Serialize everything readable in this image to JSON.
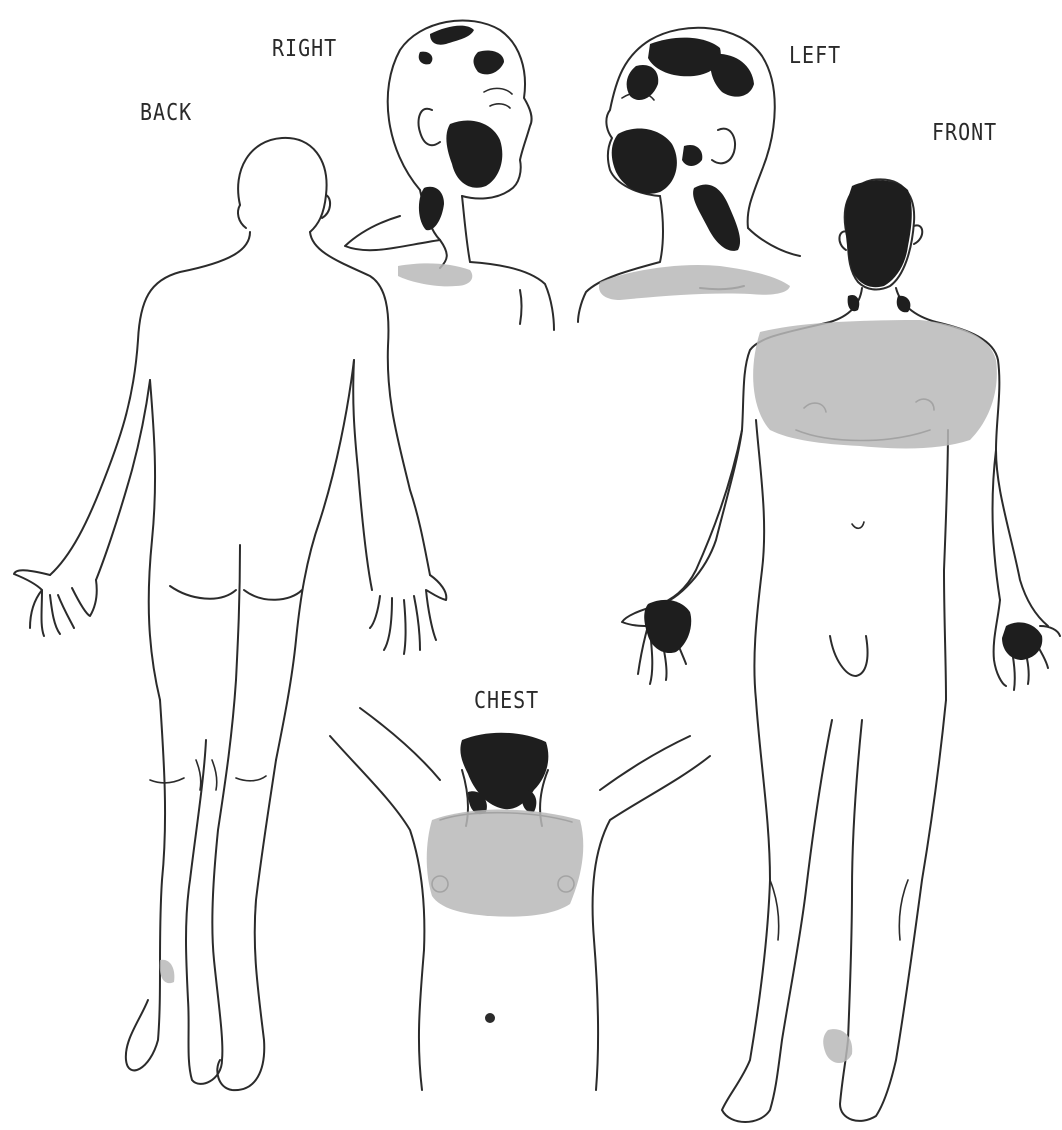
{
  "labels": {
    "back": "BACK",
    "right": "RIGHT",
    "left": "LEFT",
    "front": "FRONT",
    "chest": "CHEST"
  },
  "legend_colors": {
    "heavy": "#1e1e1e",
    "light": "#b9b9b9"
  }
}
